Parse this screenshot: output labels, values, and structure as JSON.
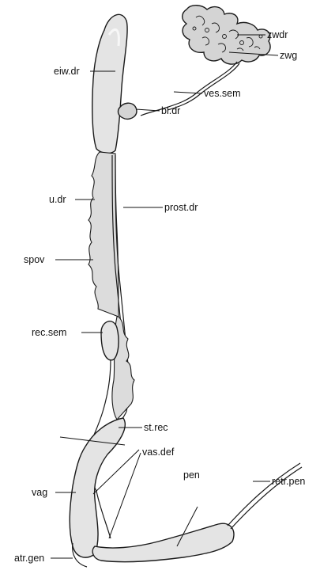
{
  "labels": {
    "zwdr": "zwdr",
    "zwg": "zwg",
    "eiwdr": "eiw.dr",
    "vessem": "ves.sem",
    "bldr": "bl.dr",
    "udr": "u.dr",
    "prostdr": "prost.dr",
    "spov": "spov",
    "recsem": "rec.sem",
    "strec": "st.rec",
    "vasdef": "vas.def",
    "pen": "pen",
    "retrpen": "retr.pen",
    "vag": "vag",
    "atrgen": "atr.gen"
  }
}
